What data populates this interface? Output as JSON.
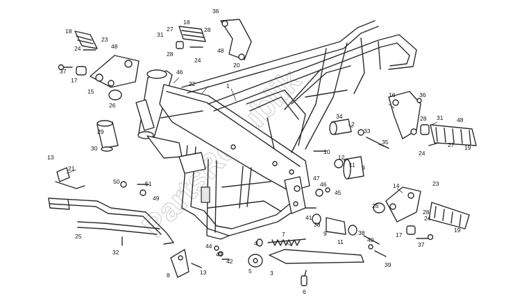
{
  "watermark": "PartsRepublik",
  "callouts": {
    "c1": "1",
    "c2": "2",
    "c3": "3",
    "c4": "4",
    "c5": "5",
    "c6": "6",
    "c7": "7",
    "c8": "8",
    "c9a": "9",
    "c9b": "9",
    "c10": "10",
    "c11a": "11",
    "c11b": "11",
    "c12": "12",
    "c13a": "13",
    "c13b": "13",
    "c14": "14",
    "c15": "15",
    "c16": "16",
    "c17a": "17",
    "c17b": "17",
    "c18a": "18",
    "c18b": "18",
    "c19a": "19",
    "c19b": "19",
    "c20": "20",
    "c21": "21",
    "c22": "22",
    "c23a": "23",
    "c23b": "23",
    "c24a": "24",
    "c24b": "24",
    "c24c": "24",
    "c24d": "24",
    "c25": "25",
    "c26a": "26",
    "c26b": "26",
    "c27a": "27",
    "c27b": "27",
    "c28a": "28",
    "c28b": "28",
    "c28c": "28",
    "c28d": "28",
    "c29": "29",
    "c30": "30",
    "c31a": "31",
    "c31b": "31",
    "c32": "32",
    "c33": "33",
    "c34": "34",
    "c35": "35",
    "c36a": "36",
    "c36b": "36",
    "c37a": "37",
    "c37b": "37",
    "c38a": "38",
    "c38b": "38",
    "c39": "39",
    "c40": "40",
    "c41": "41",
    "c42": "42",
    "c43": "43",
    "c44": "44",
    "c45": "45",
    "c46a": "46",
    "c46b": "46",
    "c47": "47",
    "c48a": "48",
    "c48b": "48",
    "c48c": "48",
    "c49": "49",
    "c50": "50",
    "c51": "51"
  }
}
